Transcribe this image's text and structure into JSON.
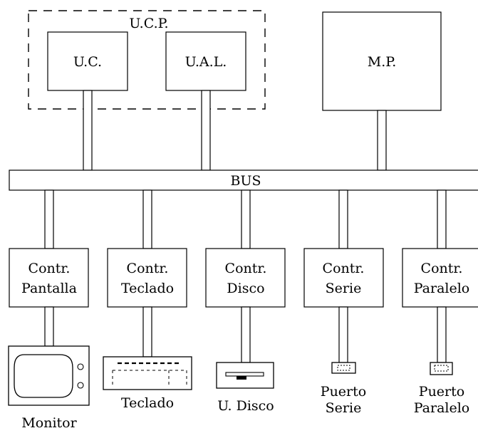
{
  "ucp": {
    "label": "U.C.P.",
    "uc": "U.C.",
    "ual": "U.A.L."
  },
  "mp": "M.P.",
  "bus": "BUS",
  "controllers": [
    {
      "line1": "Contr.",
      "line2": "Pantalla"
    },
    {
      "line1": "Contr.",
      "line2": "Teclado"
    },
    {
      "line1": "Contr.",
      "line2": "Disco"
    },
    {
      "line1": "Contr.",
      "line2": "Serie"
    },
    {
      "line1": "Contr.",
      "line2": "Paralelo"
    }
  ],
  "devices": {
    "monitor": "Monitor",
    "keyboard": "Teclado",
    "disk": "U. Disco",
    "serial_port": {
      "line1": "Puerto",
      "line2": "Serie"
    },
    "parallel_port": {
      "line1": "Puerto",
      "line2": "Paralelo"
    }
  }
}
